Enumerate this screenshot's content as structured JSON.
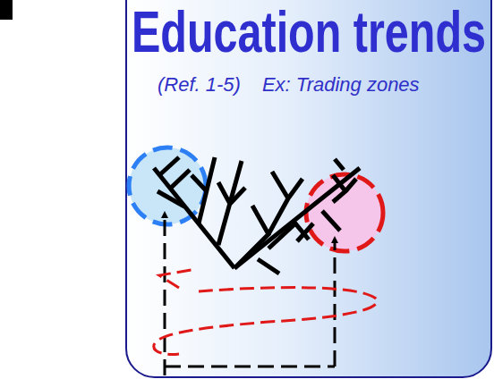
{
  "diagram": {
    "title": "Education trends",
    "labels": [
      "(Ref. 1-5)",
      "Ex: Trading zones"
    ]
  }
}
